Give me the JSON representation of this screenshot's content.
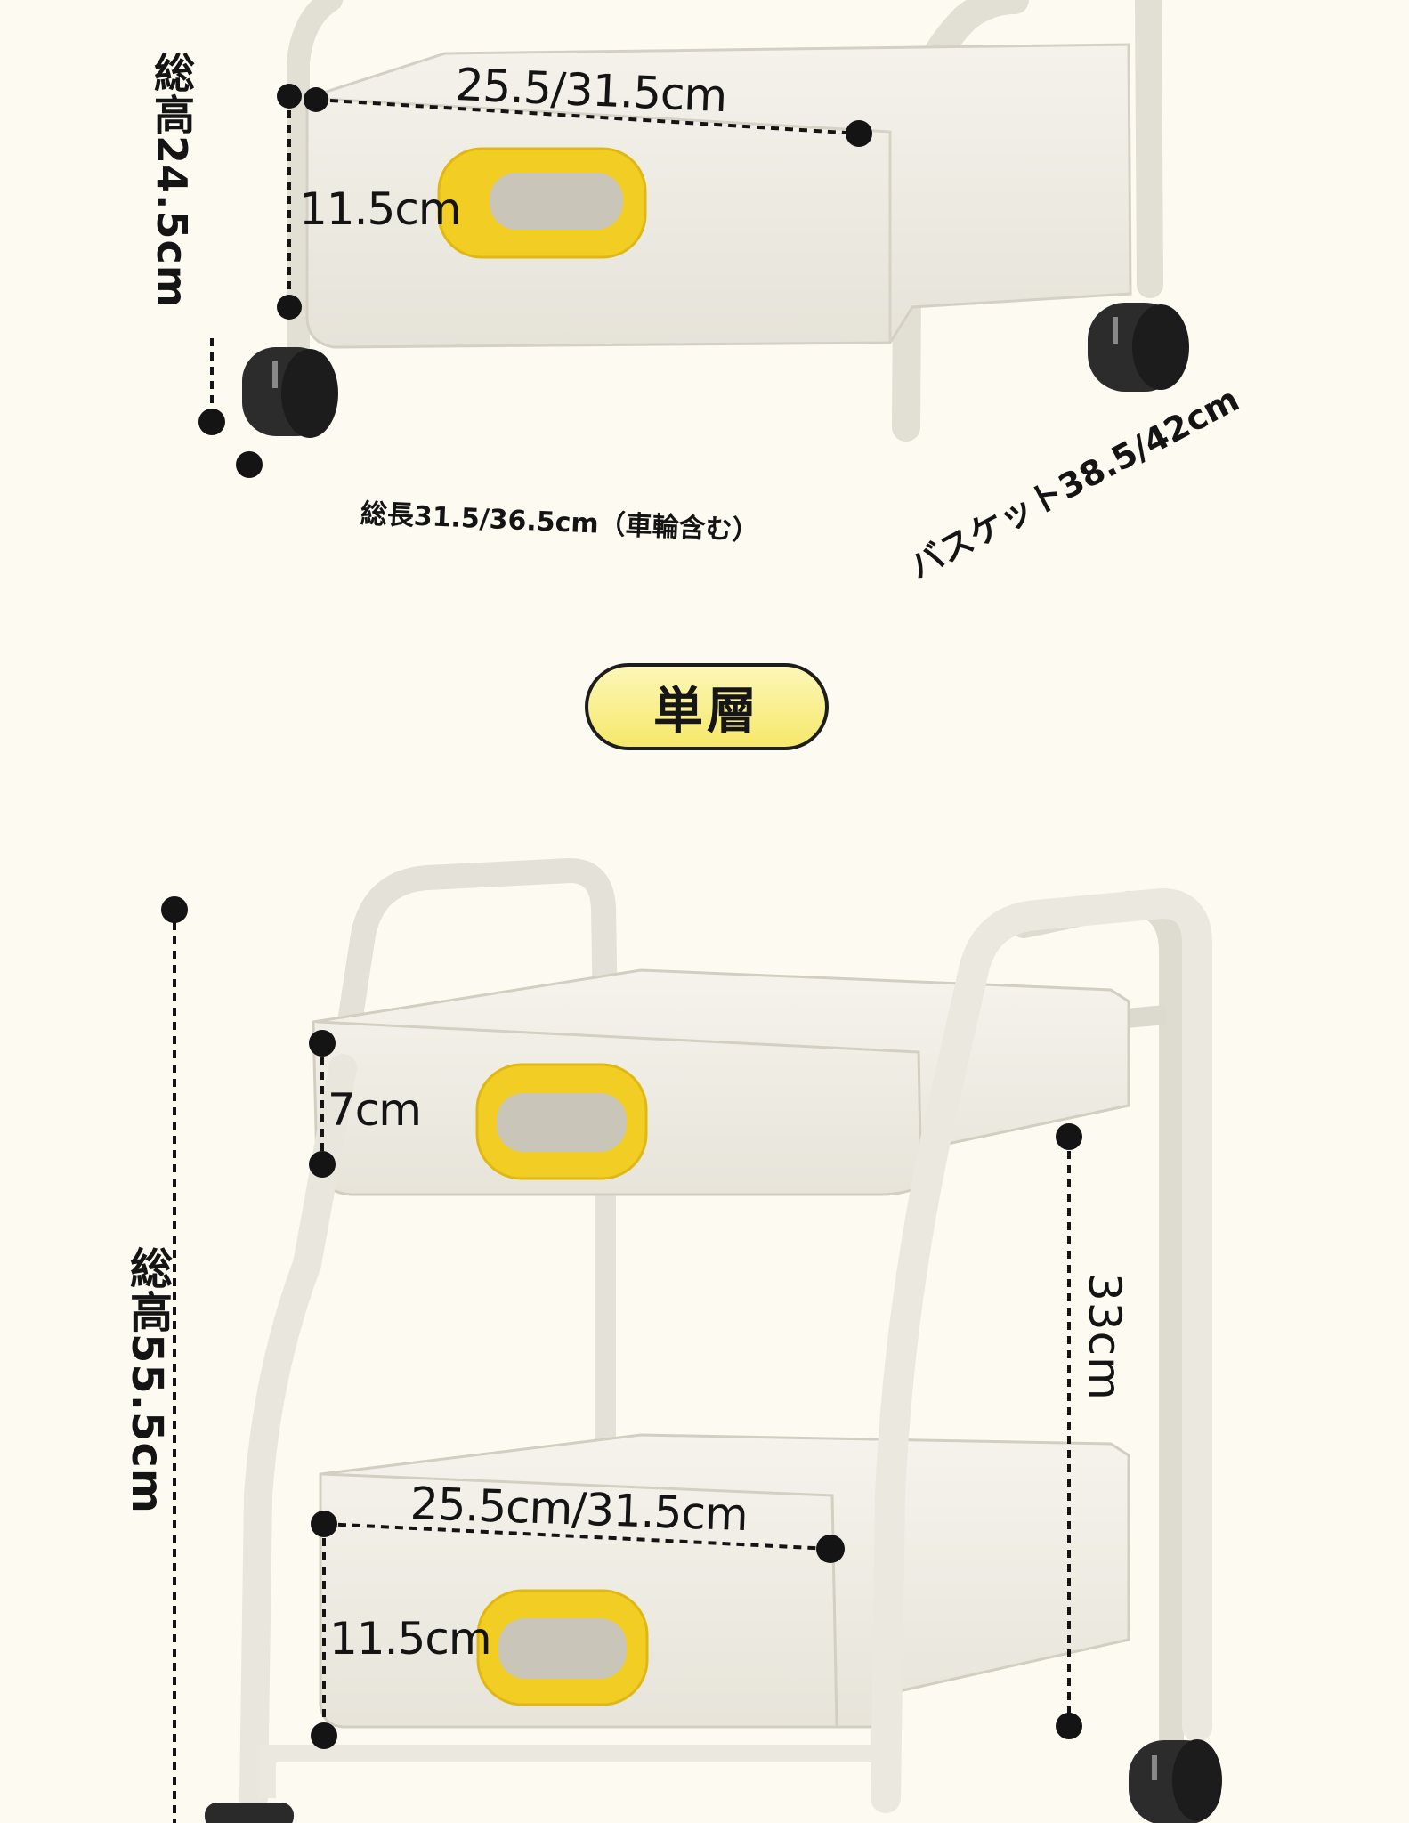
{
  "top_product": {
    "total_height_label": "総高24.5cm",
    "basket_size_label": "25.5/31.5cm",
    "basket_depth_label": "11.5cm",
    "total_length_label": "総長31.5/36.5cm（車輪含む）",
    "basket_width_label": "バスケット38.5/42cm"
  },
  "section_badge": {
    "label": "単層"
  },
  "bottom_product": {
    "total_height_label": "総高55.5cm",
    "top_basket_depth_label": "7cm",
    "shelf_gap_label": "33cm",
    "bottom_basket_size_label": "25.5cm/31.5cm",
    "bottom_basket_depth_label": "11.5cm"
  },
  "colors": {
    "background": "#fcfaf1",
    "frame": "#ece9e0",
    "basket": "#efede6",
    "handle": "#f2cd24",
    "dimension_line": "#141414",
    "badge_fill": "#f8ee8a"
  }
}
